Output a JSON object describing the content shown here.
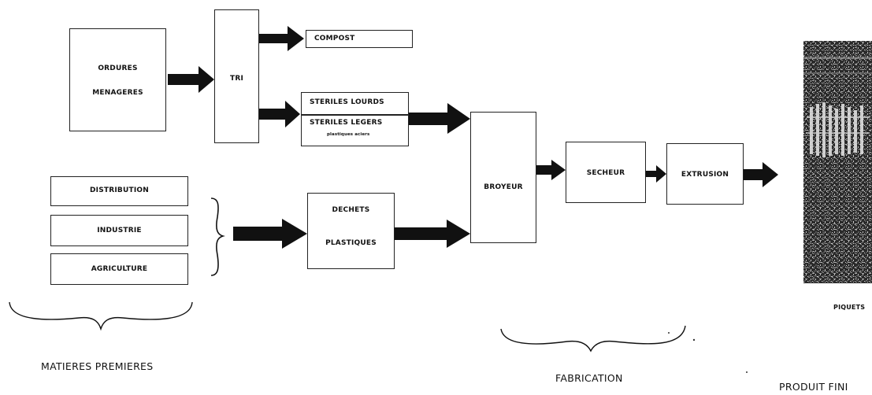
{
  "nodes": {
    "ordures_line1": "ORDURES",
    "ordures_line2": "MENAGERES",
    "tri": "TRI",
    "compost": "COMPOST",
    "steriles_lourds": "STERILES LOURDS",
    "steriles_legers": "STERILES LEGERS",
    "steriles_legers_sub": "plastiques aciers",
    "distribution": "DISTRIBUTION",
    "industrie": "INDUSTRIE",
    "agriculture": "AGRICULTURE",
    "dechets_line1": "DECHETS",
    "dechets_line2": "PLASTIQUES",
    "broyeur": "BROYEUR",
    "secheur": "SECHEUR",
    "extrusion": "EXTRUSION",
    "piquets": "PIQUETS"
  },
  "captions": {
    "matieres_premieres": "MATIERES PREMIERES",
    "fabrication": "FABRICATION",
    "produit_fini": "PRODUIT FINI"
  }
}
